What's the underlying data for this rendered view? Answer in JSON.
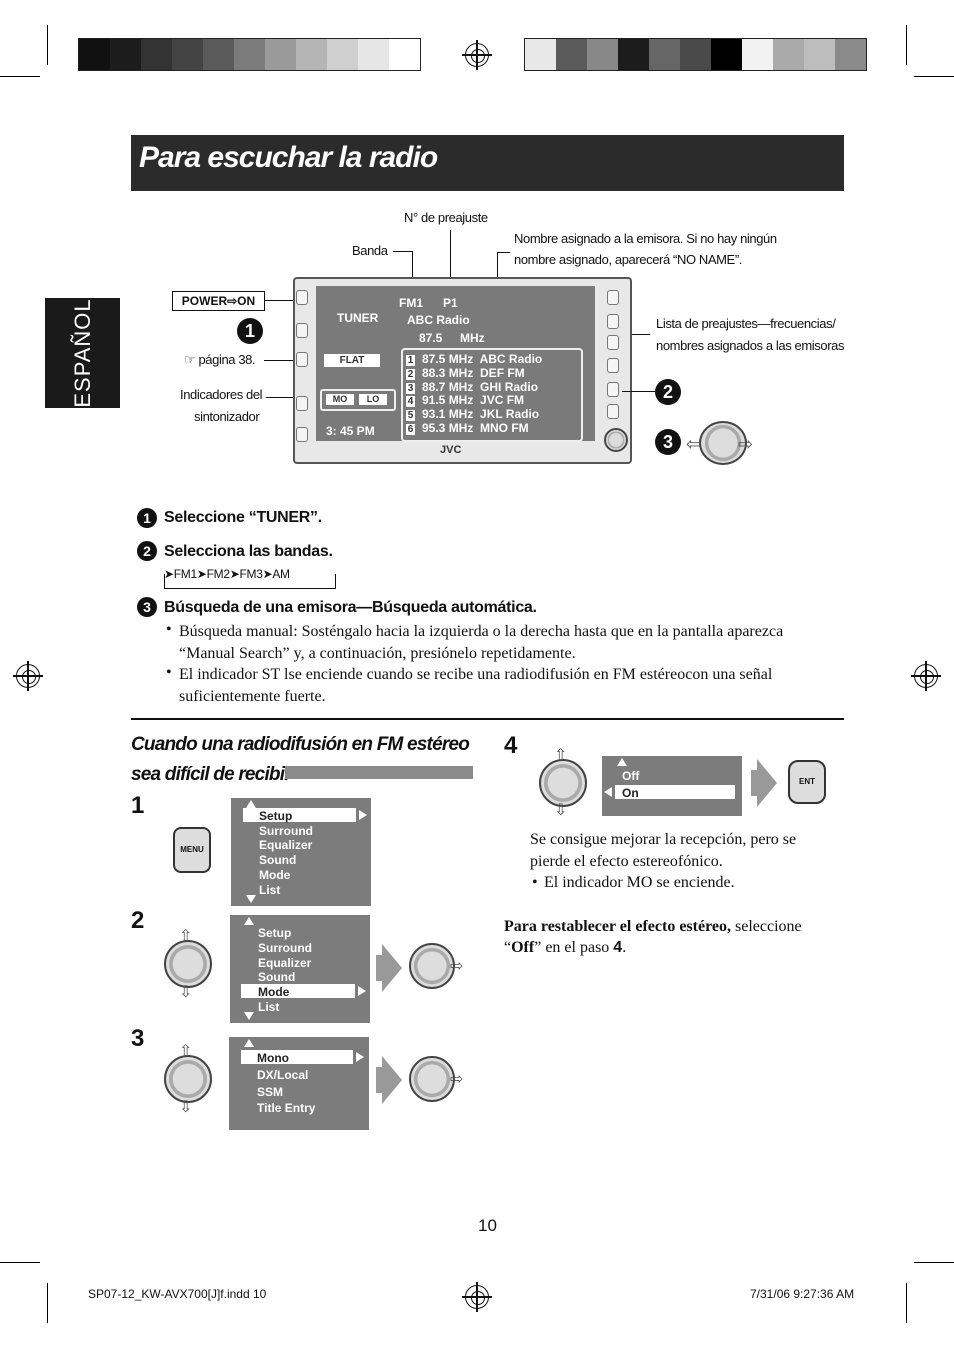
{
  "page": {
    "title": "Para escuchar la radio",
    "language_tab": "ESPAÑOL",
    "page_number": "10"
  },
  "color_bars": {
    "left": [
      "#111111",
      "#1c1c1c",
      "#333333",
      "#444444",
      "#5a5a5a",
      "#7b7b7b",
      "#9a9a9a",
      "#b5b5b5",
      "#cfcfcf",
      "#e6e6e6",
      "#ffffff"
    ],
    "right": [
      "#e8e8e8",
      "#5a5a5a",
      "#888888",
      "#1c1c1c",
      "#666666",
      "#4a4a4a",
      "#000000",
      "#f2f2f2",
      "#aaaaaa",
      "#bdbdbd",
      "#8a8a8a"
    ]
  },
  "diagram": {
    "label_preset_no": "N° de preajuste",
    "label_band": "Banda",
    "label_station_name_1": "Nombre asignado a la emisora. Si no hay ningún",
    "label_station_name_2": "nombre asignado, aparecerá “NO NAME”.",
    "label_preset_list_1": "Lista de preajustes—frecuencias/",
    "label_preset_list_2": "nombres asignados a las emisoras",
    "label_page_ref": "página 38.",
    "label_tuner_ind_1": "Indicadores del",
    "label_tuner_ind_2": "sintonizador",
    "power_on": "POWER⇨ON",
    "screen": {
      "source": "TUNER",
      "band": "FM1",
      "preset": "P1",
      "station": "ABC Radio",
      "freq": "87.5",
      "unit": "MHz",
      "eq": "FLAT",
      "mo": "MO",
      "lo": "LO",
      "clock": "3: 45 PM",
      "brand": "JVC",
      "presets": [
        {
          "n": "1",
          "text": "87.5 MHz  ABC Radio"
        },
        {
          "n": "2",
          "text": "88.3 MHz  DEF FM"
        },
        {
          "n": "3",
          "text": "88.7 MHz  GHI Radio"
        },
        {
          "n": "4",
          "text": "91.5 MHz  JVC FM"
        },
        {
          "n": "5",
          "text": "93.1 MHz  JKL Radio"
        },
        {
          "n": "6",
          "text": "95.3 MHz  MNO FM"
        }
      ]
    }
  },
  "steps": {
    "s1_num": "1",
    "s1": "Seleccione “TUNER”.",
    "s2_num": "2",
    "s2": "Selecciona las bandas.",
    "band_flow": "➤FM1➤FM2➤FM3➤AM",
    "s3_num": "3",
    "s3": "Búsqueda de una emisora—Búsqueda automática.",
    "b1_line1": "Búsqueda manual: Sosténgalo hacia la izquierda o la derecha hasta que en la pantalla aparezca",
    "b1_line2": "“Manual Search” y, a continuación, presiónelo repetidamente.",
    "b2_line1": "El indicador ST lse enciende cuando se recibe una radiodifusión en FM estéreocon una señal",
    "b2_line2": "suficientemente fuerte."
  },
  "fm_section": {
    "heading_1": "Cuando una radiodifusión en FM estéreo",
    "heading_2": "sea difícil de recibir",
    "n1": "1",
    "n2": "2",
    "n3": "3",
    "n4": "4",
    "menu_btn": "MENU",
    "ent_btn": "ENT",
    "menu1": [
      "Setup",
      "Surround",
      "Equalizer",
      "Sound",
      "Mode",
      "List"
    ],
    "menu2": [
      "Setup",
      "Surround",
      "Equalizer",
      "Sound",
      "Mode",
      "List"
    ],
    "menu3": [
      "Mono",
      "DX/Local",
      "SSM",
      "Title Entry"
    ],
    "menu4": [
      "Off",
      "On"
    ],
    "desc_1": "Se consigue mejorar la recepción, pero se",
    "desc_2": "pierde el efecto estereofónico.",
    "desc_3": "El indicador MO se enciende.",
    "restore_bold": "Para restablecer el efecto estéreo,",
    "restore_rest": " seleccione",
    "restore_2a": "“",
    "restore_off": "Off",
    "restore_2b": "” en el paso ",
    "restore_step": "4",
    "restore_end": "."
  },
  "footer": {
    "file": "SP07-12_KW-AVX700[J]f.indd   10",
    "date": "7/31/06   9:27:36 AM"
  }
}
